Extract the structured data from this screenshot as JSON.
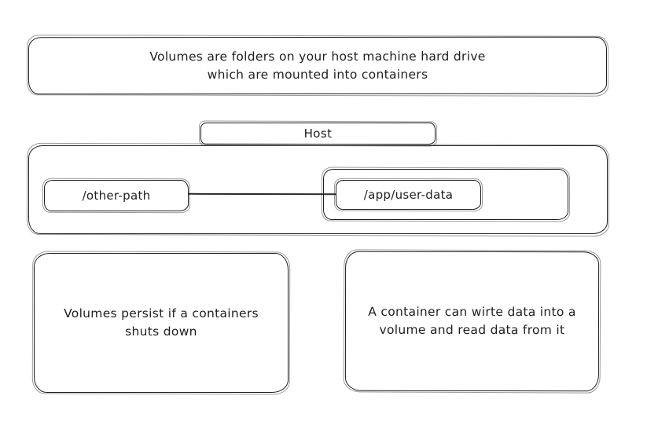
{
  "colors": {
    "background": "#ffffff",
    "stroke": "#1e1e1e",
    "text": "#1e1e1e"
  },
  "top_note": {
    "line1": "Volumes are folders on your host machine hard drive",
    "line2": "which are mounted into containers"
  },
  "host": {
    "label": "Host"
  },
  "paths": {
    "other_path": "/other-path",
    "app_user_data": "/app/user-data"
  },
  "bottom_left_note": {
    "line1": "Volumes persist if a containers",
    "line2": "shuts down"
  },
  "bottom_right_note": {
    "line1": "A container can wirte data into a",
    "line2": "volume and read data from it"
  }
}
